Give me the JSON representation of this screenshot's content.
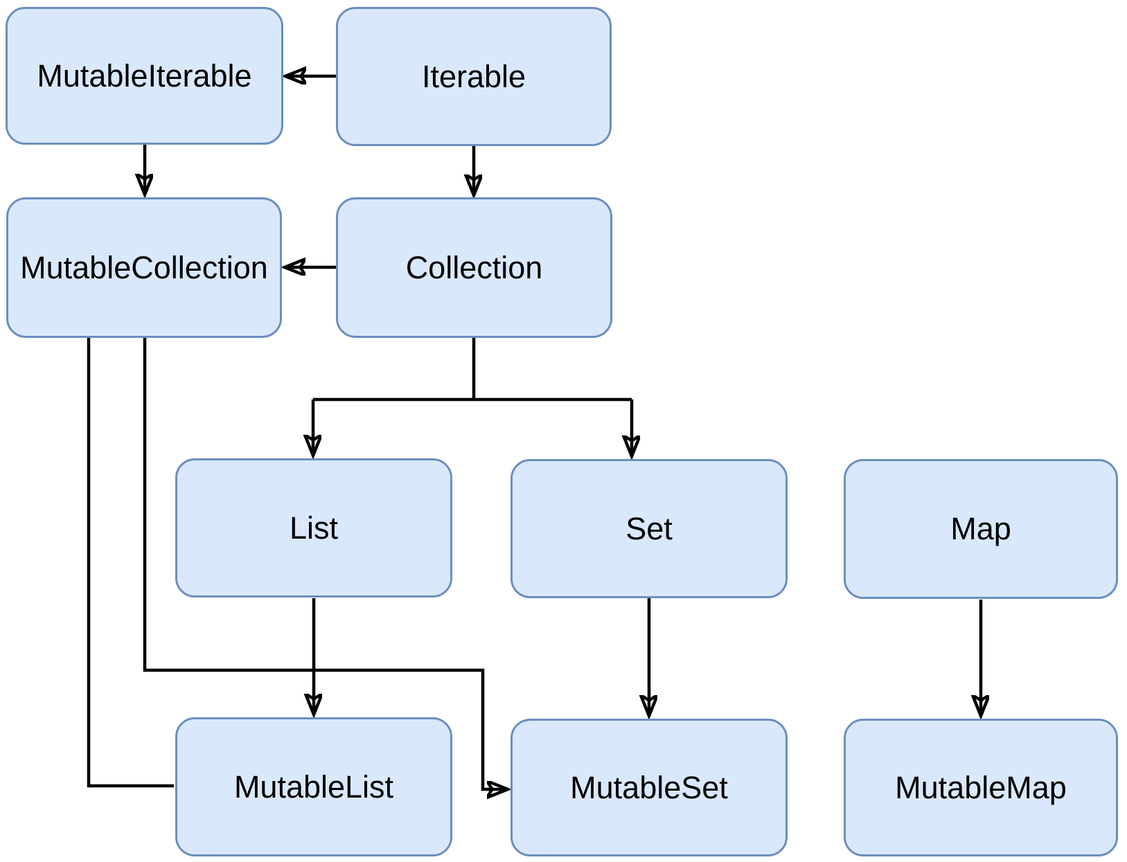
{
  "diagram": {
    "description": "Kotlin collection interfaces hierarchy diagram",
    "colors": {
      "node_fill": "#dae8fc",
      "node_stroke": "#6c8ebf",
      "connector": "#000000",
      "background": "#ffffff",
      "text": "#000000"
    },
    "nodes": {
      "mutable_iterable": {
        "label": "MutableIterable"
      },
      "iterable": {
        "label": "Iterable"
      },
      "mutable_collection": {
        "label": "MutableCollection"
      },
      "collection": {
        "label": "Collection"
      },
      "list": {
        "label": "List"
      },
      "set": {
        "label": "Set"
      },
      "map": {
        "label": "Map"
      },
      "mutable_list": {
        "label": "MutableList"
      },
      "mutable_set": {
        "label": "MutableSet"
      },
      "mutable_map": {
        "label": "MutableMap"
      }
    },
    "edges": [
      {
        "from": "Iterable",
        "to": "MutableIterable",
        "arrowhead": true
      },
      {
        "from": "Iterable",
        "to": "Collection",
        "arrowhead": true
      },
      {
        "from": "MutableIterable",
        "to": "MutableCollection",
        "arrowhead": true
      },
      {
        "from": "Collection",
        "to": "MutableCollection",
        "arrowhead": true
      },
      {
        "from": "Collection",
        "to": "List",
        "arrowhead": true
      },
      {
        "from": "Collection",
        "to": "Set",
        "arrowhead": true
      },
      {
        "from": "List",
        "to": "MutableList",
        "arrowhead": true
      },
      {
        "from": "Set",
        "to": "MutableSet",
        "arrowhead": true
      },
      {
        "from": "Map",
        "to": "MutableMap",
        "arrowhead": true
      },
      {
        "from": "MutableCollection",
        "to": "MutableList",
        "arrowhead": false
      },
      {
        "from": "MutableCollection",
        "to": "MutableSet",
        "arrowhead": true
      }
    ]
  }
}
